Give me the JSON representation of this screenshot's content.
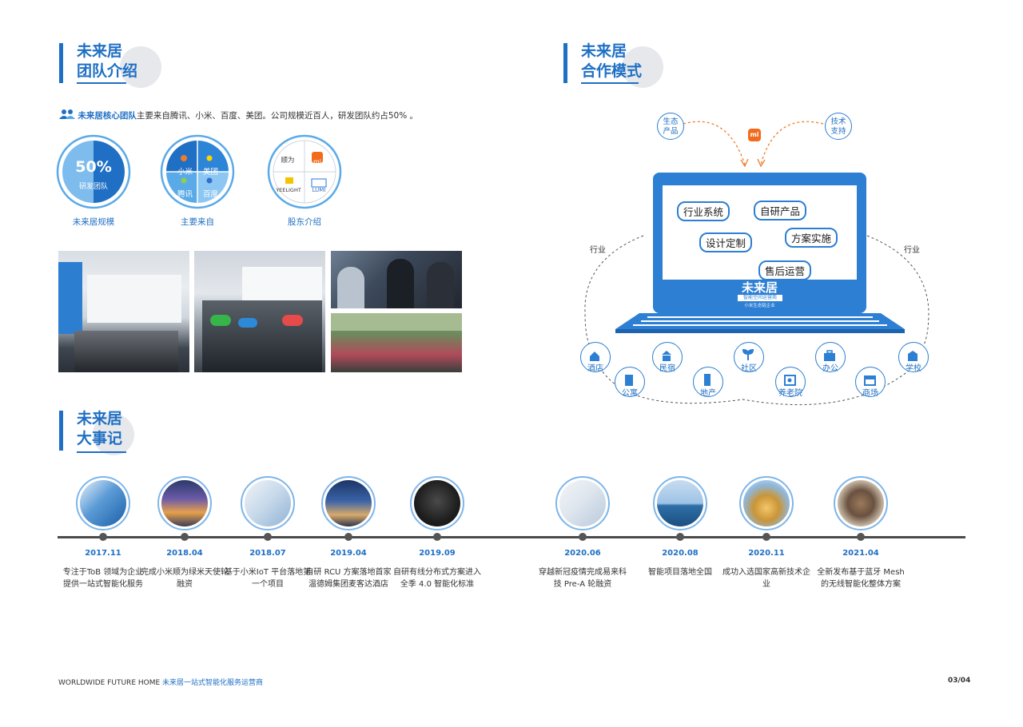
{
  "team": {
    "title_line1": "未来居",
    "title_line2": "团队介绍",
    "intro_bold": "未来居核心团队",
    "intro_text": "主要来自腾讯、小米、百度、美团。公司规模近百人，研发团队约占50% 。",
    "ring1": {
      "value": "50%",
      "label": "研发团队",
      "caption": "未来居规模"
    },
    "ring2": {
      "q1": "小米",
      "q2": "美团",
      "q3": "腾讯",
      "q4": "百度",
      "caption": "主要来自"
    },
    "ring3": {
      "q1": "顺为",
      "q2": "mi",
      "q3": "YEELIGHT",
      "q4": "LUMI",
      "caption": "股东介绍"
    }
  },
  "coop": {
    "title_line1": "未来居",
    "title_line2": "合作模式",
    "bubble_left": "生态\n产品",
    "bubble_right": "技术\n支持",
    "mi_logo": "mi",
    "side_left": "行业",
    "side_right": "行业",
    "tags": [
      "行业系统",
      "自研产品",
      "设计定制",
      "方案实施",
      "售后运营"
    ],
    "laptop_logo": "未来居",
    "laptop_sub": "智能空间运营商",
    "laptop_sub2": "小米生态链企业",
    "nodes": [
      "酒店",
      "公寓",
      "民宿",
      "地产",
      "社区",
      "养老院",
      "办公",
      "商场",
      "学校"
    ]
  },
  "history": {
    "title_line1": "未来居",
    "title_line2": "大事记",
    "events": [
      {
        "date": "2017.11",
        "desc": "专注于ToB 领域为企业提供一站式智能化服务"
      },
      {
        "date": "2018.04",
        "desc": "完成小米顺为绿米天使轮融资"
      },
      {
        "date": "2018.07",
        "desc": "基于小米IoT 平台落地第一个项目"
      },
      {
        "date": "2019.04",
        "desc": "自研 RCU 方案落地首家温德姆集团麦客达酒店"
      },
      {
        "date": "2019.09",
        "desc": "自研有线分布式方案进入全季 4.0 智能化标准"
      },
      {
        "date": "2020.06",
        "desc": "穿越新冠疫情完成易来科技 Pre-A 轮融资"
      },
      {
        "date": "2020.08",
        "desc": "智能项目落地全国"
      },
      {
        "date": "2020.11",
        "desc": "成功入选国家高新技术企业"
      },
      {
        "date": "2021.04",
        "desc": "全新发布基于蓝牙 Mesh 的无线智能化整体方案"
      }
    ]
  },
  "footer": {
    "left_en": "WORLDWIDE FUTURE HOME",
    "left_cn": "未来居一站式智能化服务运营商",
    "page": "03/04"
  },
  "colors": {
    "accent": "#1f6fc4",
    "light": "#5aaae8",
    "grey": "#e6e8ec"
  }
}
